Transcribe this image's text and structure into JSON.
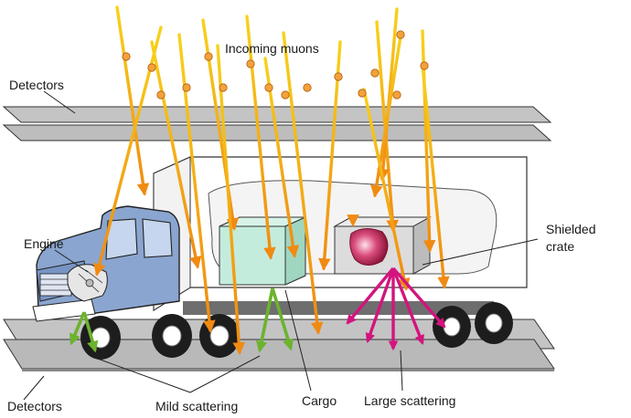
{
  "labels": {
    "incoming_muons": "Incoming muons",
    "detectors_top": "Detectors",
    "detectors_bottom": "Detectors",
    "engine": "Engine",
    "shielded_line1": "Shielded",
    "shielded_line2": "crate",
    "cargo": "Cargo",
    "mild_scattering": "Mild scattering",
    "large_scattering": "Large scattering"
  },
  "colors": {
    "muon_yellow": "#f7d21a",
    "muon_orange": "#f08a12",
    "muon_dot": "#f2a23a",
    "mild_arrow": "#6cb32e",
    "large_arrow": "#d4147e",
    "cab_blue": "#8aa5cf",
    "cargo_box": "#b6e6d3",
    "plate": "#b3b3b3",
    "crate": "#d9d9d9",
    "crate_core": "#c42a5c"
  },
  "icons": {
    "muon_marker": "muon-dot-icon",
    "wheel": "wheel-icon"
  }
}
